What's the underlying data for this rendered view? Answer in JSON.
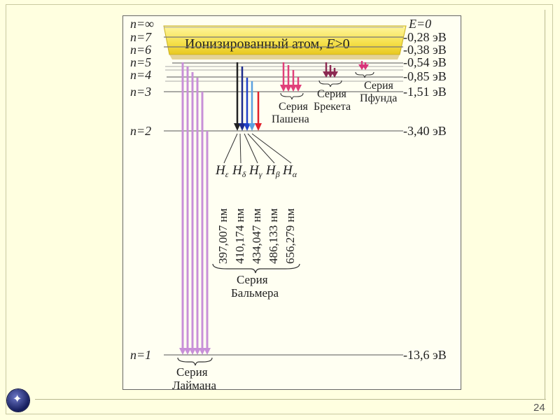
{
  "page_number": "24",
  "ionized": {
    "title": "Ионизированный атом, E>0",
    "text_before": "Ионизированный атом, ",
    "e_symbol": "E",
    "condition": ">0"
  },
  "levels": [
    {
      "n_label": "n=∞",
      "energy_label": "E=0"
    },
    {
      "n_label": "n=7",
      "energy_label": "-0,28 эВ"
    },
    {
      "n_label": "n=6",
      "energy_label": "-0,38 эВ"
    },
    {
      "n_label": "n=5",
      "energy_label": "-0,54 эВ"
    },
    {
      "n_label": "n=4",
      "energy_label": "-0,85 эВ"
    },
    {
      "n_label": "n=3",
      "energy_label": "-1,51 эВ"
    },
    {
      "n_label": "n=2",
      "energy_label": "-3,40 эВ"
    },
    {
      "n_label": "n=1",
      "energy_label": "-13,6 эВ"
    }
  ],
  "series": {
    "lyman": {
      "line1": "Серия",
      "line2": "Лаймана",
      "color": "#c890d8"
    },
    "balmer": {
      "line1": "Серия",
      "line2": "Бальмера"
    },
    "paschen": {
      "line1": "Серия",
      "line2": "Пашена",
      "color": "#e0407a"
    },
    "brackett": {
      "line1": "Серия",
      "line2": "Брекета",
      "color": "#8c2a52"
    },
    "pfund": {
      "line1": "Серия",
      "line2": "Пфунда",
      "color": "#d8347a"
    }
  },
  "balmer_lines": [
    {
      "symbol": "H",
      "sub": "ε",
      "wavelength": "397,007 нм",
      "color": "#222222"
    },
    {
      "symbol": "H",
      "sub": "δ",
      "wavelength": "410,174 нм",
      "color": "#1c2a8c"
    },
    {
      "symbol": "H",
      "sub": "γ",
      "wavelength": "434,047 нм",
      "color": "#2040c8"
    },
    {
      "symbol": "H",
      "sub": "β",
      "wavelength": "486,133 нм",
      "color": "#5aa0e0"
    },
    {
      "symbol": "H",
      "sub": "α",
      "wavelength": "656,279 нм",
      "color": "#e0202a"
    }
  ]
}
